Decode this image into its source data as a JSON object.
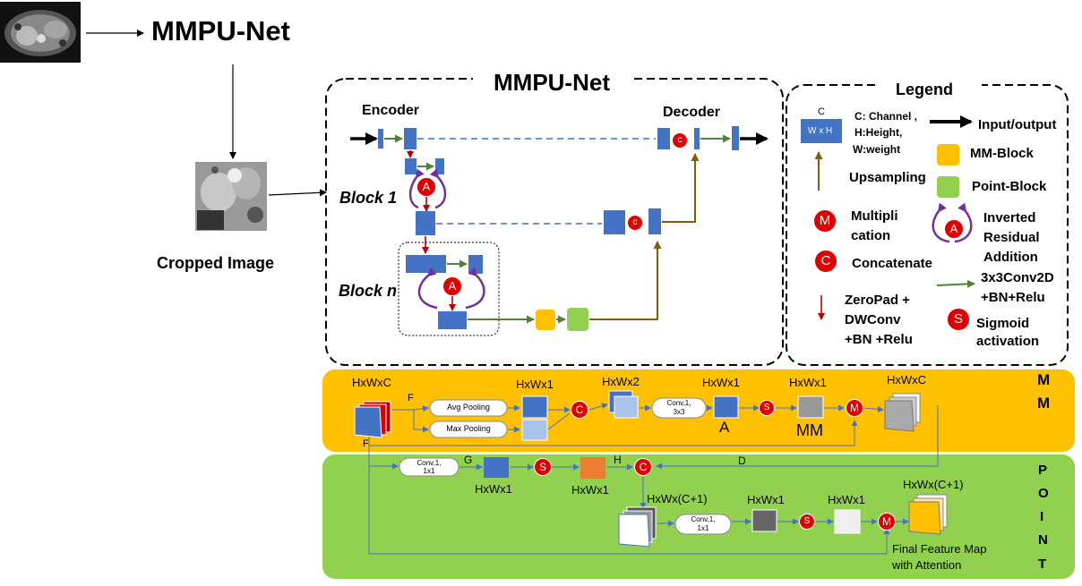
{
  "header": {
    "title": "MMPU-Net"
  },
  "input": {
    "cropped_label": "Cropped Image"
  },
  "arch": {
    "title": "MMPU-Net",
    "encoder": "Encoder",
    "decoder": "Decoder",
    "block1": "Block 1",
    "blockn": "Block n"
  },
  "legend": {
    "title": "Legend",
    "box_c": "C",
    "box_wxh": "W x H",
    "dims_1": "C: Channel ,",
    "dims_2": "H:Height,",
    "dims_3": "W:weight",
    "io": "Input/output",
    "mm_block": "MM-Block",
    "upsampling": "Upsampling",
    "point_block": "Point-Block",
    "mult_1": "Multipli",
    "mult_2": "cation",
    "concat": "Concatenate",
    "inv_1": "Inverted",
    "inv_2": "Residual",
    "inv_3": "Addition",
    "conv_1": "3x3Conv2D",
    "conv_2": "+BN+Relu",
    "zp_1": "ZeroPad +",
    "zp_2": "DWConv",
    "zp_3": "+BN +Relu",
    "sig_1": "Sigmoid",
    "sig_2": "activation"
  },
  "symbols": {
    "A": "A",
    "C": "C",
    "M": "M",
    "S": "S",
    "c_small": "c"
  },
  "mm": {
    "side_1": "M",
    "side_2": "M",
    "in_dims": "HxWxC",
    "F": "F",
    "F2": "F",
    "avg_pool": "Avg Pooling",
    "max_pool": "Max Pooling",
    "pool_dims": "HxWx1",
    "cat_dims": "HxWx2",
    "conv_1": "Conv,1,",
    "conv_2": "3x3",
    "a_dims": "HxWx1",
    "A": "A",
    "mm_dims": "HxWx1",
    "MM": "MM",
    "out_dims": "HxWxC"
  },
  "point": {
    "side": [
      "P",
      "O",
      "I",
      "N",
      "T"
    ],
    "conv_1": "Conv,1,",
    "conv_2": "1x1",
    "G": "G",
    "g_dims": "HxWx1",
    "H": "H",
    "h_dims": "HxWx1",
    "D": "D",
    "cat_dims": "HxWx(C+1)",
    "conv2_1": "Conv,1,",
    "conv2_2": "1x1",
    "p_dims": "HxWx1",
    "s_dims": "HxWx1",
    "out_dims": "HxWx(C+1)",
    "final_1": "Final Feature Map",
    "final_2": "with Attention"
  },
  "colors": {
    "blue": "#4472C4",
    "light_blue": "#A9C4EB",
    "red": "#E00000",
    "orange_panel": "#FFC000",
    "green_panel": "#92D050",
    "orange_square": "#ED7D31",
    "gray": "#999999",
    "dark_gray": "#666666",
    "arrow_green": "#548235",
    "arrow_brown": "#806000",
    "arrow_purple": "#7030A0"
  }
}
